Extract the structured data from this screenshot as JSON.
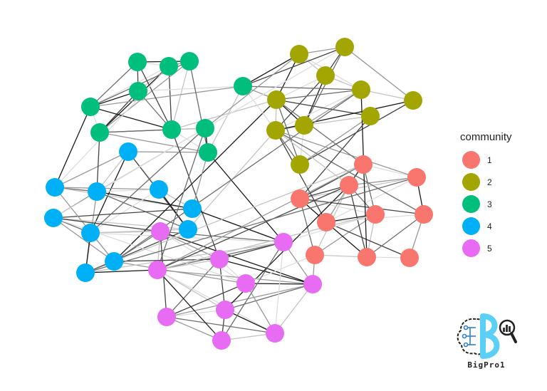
{
  "legend": {
    "title": "community",
    "items": [
      {
        "label": "1",
        "color": "#F8766D"
      },
      {
        "label": "2",
        "color": "#A3A500"
      },
      {
        "label": "3",
        "color": "#00BF7D"
      },
      {
        "label": "4",
        "color": "#00B0F6"
      },
      {
        "label": "5",
        "color": "#E76BF3"
      }
    ]
  },
  "logo": {
    "text": "BigPro1",
    "icon": "brain-magnifier-logo-icon"
  },
  "graph": {
    "node_count": 50,
    "nodes": [
      {
        "id": "g1",
        "community": 2
      },
      {
        "id": "g2",
        "community": 2
      },
      {
        "id": "g3",
        "community": 2
      },
      {
        "id": "g4",
        "community": 2
      },
      {
        "id": "g5",
        "community": 2
      },
      {
        "id": "g6",
        "community": 2
      },
      {
        "id": "g7",
        "community": 2
      },
      {
        "id": "g8",
        "community": 2
      },
      {
        "id": "g9",
        "community": 2
      },
      {
        "id": "g10",
        "community": 2
      },
      {
        "id": "t1",
        "community": 3
      },
      {
        "id": "t2",
        "community": 3
      },
      {
        "id": "t3",
        "community": 3
      },
      {
        "id": "t4",
        "community": 3
      },
      {
        "id": "t5",
        "community": 3
      },
      {
        "id": "t6",
        "community": 3
      },
      {
        "id": "t7",
        "community": 3
      },
      {
        "id": "t8",
        "community": 3
      },
      {
        "id": "t9",
        "community": 3
      },
      {
        "id": "t10",
        "community": 3
      },
      {
        "id": "b1",
        "community": 4
      },
      {
        "id": "b2",
        "community": 4
      },
      {
        "id": "b3",
        "community": 4
      },
      {
        "id": "b4",
        "community": 4
      },
      {
        "id": "b5",
        "community": 4
      },
      {
        "id": "b6",
        "community": 4
      },
      {
        "id": "b7",
        "community": 4
      },
      {
        "id": "b8",
        "community": 4
      },
      {
        "id": "b9",
        "community": 4
      },
      {
        "id": "b10",
        "community": 4
      },
      {
        "id": "r1",
        "community": 1
      },
      {
        "id": "r2",
        "community": 1
      },
      {
        "id": "r3",
        "community": 1
      },
      {
        "id": "r4",
        "community": 1
      },
      {
        "id": "r5",
        "community": 1
      },
      {
        "id": "r6",
        "community": 1
      },
      {
        "id": "r7",
        "community": 1
      },
      {
        "id": "r8",
        "community": 1
      },
      {
        "id": "r9",
        "community": 1
      },
      {
        "id": "r10",
        "community": 1
      },
      {
        "id": "m1",
        "community": 5
      },
      {
        "id": "m2",
        "community": 5
      },
      {
        "id": "m3",
        "community": 5
      },
      {
        "id": "m4",
        "community": 5
      },
      {
        "id": "m5",
        "community": 5
      },
      {
        "id": "m6",
        "community": 5
      },
      {
        "id": "m7",
        "community": 5
      },
      {
        "id": "m8",
        "community": 5
      },
      {
        "id": "m9",
        "community": 5
      },
      {
        "id": "m10",
        "community": 5
      }
    ],
    "edges": [
      [
        "g1",
        "g2"
      ],
      [
        "g1",
        "g3"
      ],
      [
        "g1",
        "g4"
      ],
      [
        "g1",
        "g5"
      ],
      [
        "g2",
        "g3"
      ],
      [
        "g2",
        "g6"
      ],
      [
        "g2",
        "g7"
      ],
      [
        "g3",
        "g4"
      ],
      [
        "g3",
        "g5"
      ],
      [
        "g3",
        "g6"
      ],
      [
        "g3",
        "g8"
      ],
      [
        "g4",
        "g5"
      ],
      [
        "g4",
        "g6"
      ],
      [
        "g4",
        "g7"
      ],
      [
        "g4",
        "g8"
      ],
      [
        "g5",
        "g6"
      ],
      [
        "g5",
        "g9"
      ],
      [
        "g5",
        "g10"
      ],
      [
        "g6",
        "g8"
      ],
      [
        "g6",
        "g9"
      ],
      [
        "g6",
        "g10"
      ],
      [
        "g7",
        "g8"
      ],
      [
        "g7",
        "g10"
      ],
      [
        "g8",
        "g10"
      ],
      [
        "g9",
        "g10"
      ],
      [
        "g5",
        "g8"
      ],
      [
        "t1",
        "t2"
      ],
      [
        "t1",
        "t3"
      ],
      [
        "t1",
        "t4"
      ],
      [
        "t1",
        "t6"
      ],
      [
        "t2",
        "t3"
      ],
      [
        "t2",
        "t4"
      ],
      [
        "t2",
        "t6"
      ],
      [
        "t2",
        "t7"
      ],
      [
        "t2",
        "t8"
      ],
      [
        "t3",
        "t6"
      ],
      [
        "t3",
        "t7"
      ],
      [
        "t3",
        "t8"
      ],
      [
        "t4",
        "t5"
      ],
      [
        "t4",
        "t6"
      ],
      [
        "t4",
        "t7"
      ],
      [
        "t4",
        "t8"
      ],
      [
        "t5",
        "t6"
      ],
      [
        "t5",
        "t10"
      ],
      [
        "t6",
        "t7"
      ],
      [
        "t6",
        "t8"
      ],
      [
        "t7",
        "t8"
      ],
      [
        "t7",
        "t9"
      ],
      [
        "t7",
        "t10"
      ],
      [
        "t8",
        "t9"
      ],
      [
        "t8",
        "t10"
      ],
      [
        "t9",
        "t10"
      ],
      [
        "t1",
        "t8"
      ],
      [
        "t3",
        "t10"
      ],
      [
        "b1",
        "b2"
      ],
      [
        "b1",
        "b3"
      ],
      [
        "b1",
        "b4"
      ],
      [
        "b1",
        "b7"
      ],
      [
        "b1",
        "b8"
      ],
      [
        "b2",
        "b3"
      ],
      [
        "b2",
        "b4"
      ],
      [
        "b2",
        "b5"
      ],
      [
        "b3",
        "b4"
      ],
      [
        "b3",
        "b5"
      ],
      [
        "b3",
        "b6"
      ],
      [
        "b3",
        "b8"
      ],
      [
        "b3",
        "b10"
      ],
      [
        "b4",
        "b5"
      ],
      [
        "b4",
        "b7"
      ],
      [
        "b4",
        "b8"
      ],
      [
        "b5",
        "b6"
      ],
      [
        "b6",
        "b7"
      ],
      [
        "b6",
        "b9"
      ],
      [
        "b7",
        "b8"
      ],
      [
        "b7",
        "b9"
      ],
      [
        "b7",
        "b10"
      ],
      [
        "b8",
        "b10"
      ],
      [
        "b9",
        "b10"
      ],
      [
        "b2",
        "b9"
      ],
      [
        "b6",
        "b8"
      ],
      [
        "r1",
        "r2"
      ],
      [
        "r1",
        "r3"
      ],
      [
        "r1",
        "r4"
      ],
      [
        "r1",
        "r5"
      ],
      [
        "r2",
        "r3"
      ],
      [
        "r2",
        "r4"
      ],
      [
        "r2",
        "r6"
      ],
      [
        "r2",
        "r7"
      ],
      [
        "r3",
        "r4"
      ],
      [
        "r3",
        "r5"
      ],
      [
        "r3",
        "r6"
      ],
      [
        "r3",
        "r8"
      ],
      [
        "r4",
        "r5"
      ],
      [
        "r4",
        "r6"
      ],
      [
        "r4",
        "r7"
      ],
      [
        "r4",
        "r8"
      ],
      [
        "r5",
        "r8"
      ],
      [
        "r5",
        "r9"
      ],
      [
        "r6",
        "r7"
      ],
      [
        "r6",
        "r9"
      ],
      [
        "r6",
        "r10"
      ],
      [
        "r7",
        "r9"
      ],
      [
        "r7",
        "r10"
      ],
      [
        "r8",
        "r9"
      ],
      [
        "r9",
        "r10"
      ],
      [
        "r5",
        "r6"
      ],
      [
        "r3",
        "r9"
      ],
      [
        "m1",
        "m2"
      ],
      [
        "m1",
        "m3"
      ],
      [
        "m1",
        "m4"
      ],
      [
        "m1",
        "m5"
      ],
      [
        "m1",
        "m6"
      ],
      [
        "m2",
        "m3"
      ],
      [
        "m2",
        "m4"
      ],
      [
        "m2",
        "m6"
      ],
      [
        "m3",
        "m4"
      ],
      [
        "m3",
        "m5"
      ],
      [
        "m3",
        "m6"
      ],
      [
        "m3",
        "m7"
      ],
      [
        "m3",
        "m8"
      ],
      [
        "m4",
        "m6"
      ],
      [
        "m4",
        "m7"
      ],
      [
        "m4",
        "m9"
      ],
      [
        "m5",
        "m6"
      ],
      [
        "m5",
        "m8"
      ],
      [
        "m6",
        "m7"
      ],
      [
        "m6",
        "m8"
      ],
      [
        "m6",
        "m9"
      ],
      [
        "m7",
        "m8"
      ],
      [
        "m7",
        "m9"
      ],
      [
        "m7",
        "m10"
      ],
      [
        "m8",
        "m9"
      ],
      [
        "m8",
        "m10"
      ],
      [
        "m9",
        "m10"
      ],
      [
        "m2",
        "m9"
      ],
      [
        "g1",
        "t5"
      ],
      [
        "g2",
        "t5"
      ],
      [
        "g4",
        "t5"
      ],
      [
        "g5",
        "t5"
      ],
      [
        "g5",
        "t8"
      ],
      [
        "g2",
        "t9"
      ],
      [
        "g5",
        "b9"
      ],
      [
        "g8",
        "r6"
      ],
      [
        "g8",
        "r7"
      ],
      [
        "g8",
        "r2"
      ],
      [
        "g8",
        "b8"
      ],
      [
        "g8",
        "t5"
      ],
      [
        "g4",
        "r9"
      ],
      [
        "g9",
        "r4"
      ],
      [
        "g5",
        "r1"
      ],
      [
        "g1",
        "t9"
      ],
      [
        "g8",
        "r3"
      ],
      [
        "t2",
        "b2"
      ],
      [
        "t6",
        "b2"
      ],
      [
        "t7",
        "b3"
      ],
      [
        "t9",
        "b7"
      ],
      [
        "t10",
        "b1"
      ],
      [
        "t9",
        "b3"
      ],
      [
        "t9",
        "b6"
      ],
      [
        "t10",
        "m2"
      ],
      [
        "t8",
        "m3"
      ],
      [
        "t9",
        "m4"
      ],
      [
        "t10",
        "b5"
      ],
      [
        "b7",
        "m1"
      ],
      [
        "b7",
        "m2"
      ],
      [
        "b5",
        "m2"
      ],
      [
        "b6",
        "m1"
      ],
      [
        "b9",
        "m1"
      ],
      [
        "b9",
        "m5"
      ],
      [
        "b10",
        "m2"
      ],
      [
        "b6",
        "m5"
      ],
      [
        "b10",
        "m4"
      ],
      [
        "b9",
        "m3"
      ],
      [
        "b9",
        "g4"
      ],
      [
        "r1",
        "m4"
      ],
      [
        "r1",
        "b9"
      ],
      [
        "r5",
        "m2"
      ],
      [
        "r3",
        "m7"
      ],
      [
        "r3",
        "m4"
      ],
      [
        "r2",
        "b10"
      ],
      [
        "r8",
        "m6"
      ],
      [
        "r5",
        "m4"
      ],
      [
        "r8",
        "m5"
      ],
      [
        "m4",
        "m10"
      ],
      [
        "m1",
        "m8"
      ],
      [
        "m2",
        "m10"
      ],
      [
        "m5",
        "m9"
      ]
    ]
  }
}
